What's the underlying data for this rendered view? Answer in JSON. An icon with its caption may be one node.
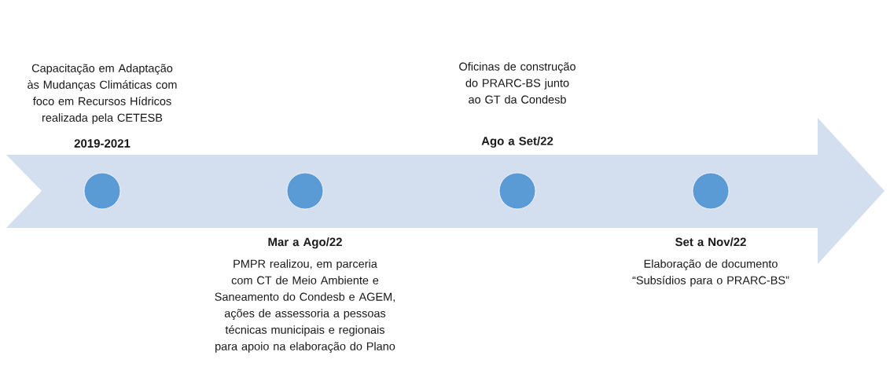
{
  "diagram": {
    "nodes": [
      {
        "text": [],
        "shape": "circle",
        "beside": [
          "Capacitação em Adaptação às Mudanças Climáticas com foco em Recursos Hídricos realizada pela CETESB",
          "2019-2021"
        ]
      },
      {
        "text": [],
        "shape": "circle",
        "beside": [
          "Mar a Ago/22",
          "PMPR realizou, em parceria com CT de Meio Ambiente e Saneamento do Condesb e AGEM, ações de assessoria a pessoas técnicas municipais e regionais para apoio na elaboração do Plano"
        ]
      },
      {
        "text": [],
        "shape": "circle",
        "beside": [
          "Oficinas de construção do PRARC-BS junto ao GT da Condesb",
          "Ago a Set/22"
        ]
      },
      {
        "text": [],
        "shape": "circle",
        "beside": [
          "Set a Nov/22",
          "Elaboração de documento “Subsídios para o PRARC-BS”"
        ]
      }
    ]
  }
}
